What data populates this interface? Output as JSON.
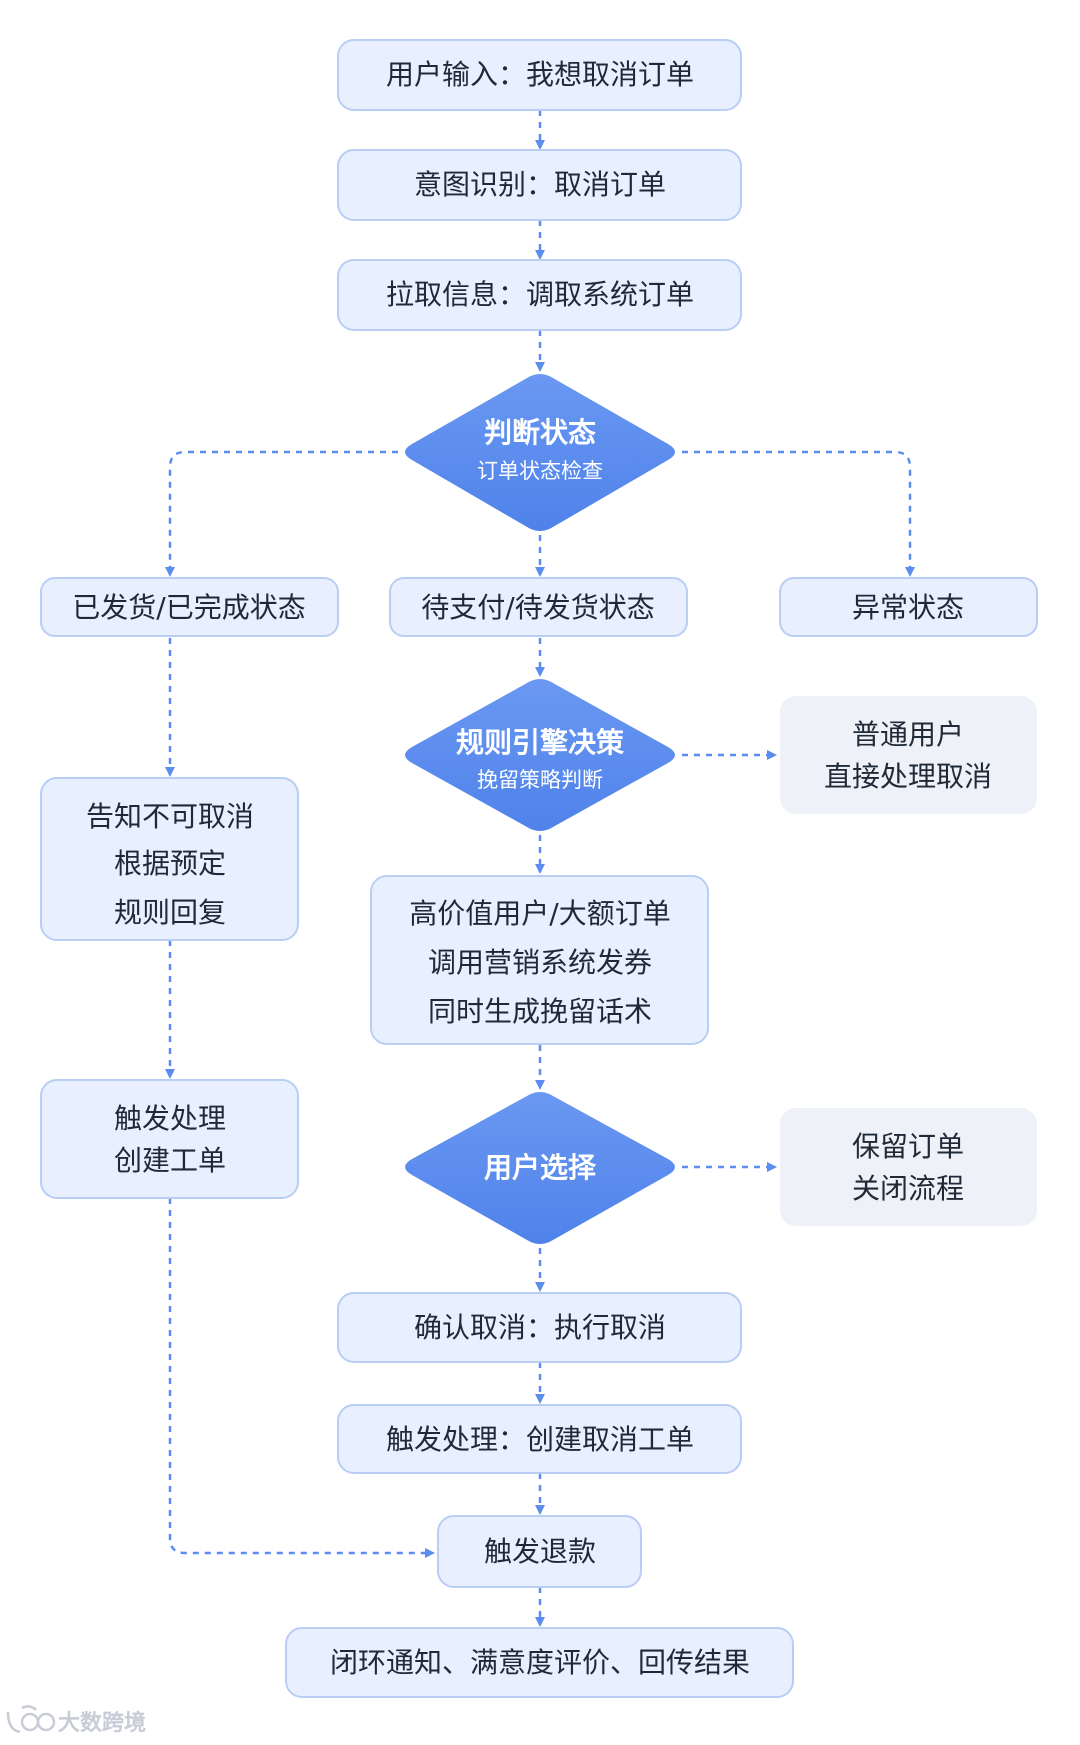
{
  "nodes": {
    "input": "用户输入：我想取消订单",
    "intent": "意图识别：取消订单",
    "fetch": "拉取信息：调取系统订单",
    "judge_title": "判断状态",
    "judge_sub": "订单状态检查",
    "shipped": "已发货/已完成状态",
    "pending": "待支付/待发货状态",
    "abnormal": "异常状态",
    "rule_title": "规则引擎决策",
    "rule_sub": "挽留策略判断",
    "normal_user": [
      "普通用户",
      "直接处理取消"
    ],
    "high_value": [
      "高价值用户/大额订单",
      "调用营销系统发券",
      "同时生成挽留话术"
    ],
    "notify_cannot": [
      "告知不可取消",
      "根据预定",
      "规则回复"
    ],
    "ticket": [
      "触发处理",
      "创建工单"
    ],
    "choice_title": "用户选择",
    "keep_order": [
      "保留订单",
      "关闭流程"
    ],
    "confirm": "确认取消：执行取消",
    "trigger_cancel": "触发处理：创建取消工单",
    "refund": "触发退款",
    "close_loop": "闭环通知、满意度评价、回传结果"
  },
  "watermark": "大数跨境",
  "colors": {
    "box_fill": "#e8efff",
    "box_stroke": "#b9cdf5",
    "side_fill": "#eef1f7",
    "diamond_fill": "#5b8def",
    "arrow": "#5b8def"
  }
}
